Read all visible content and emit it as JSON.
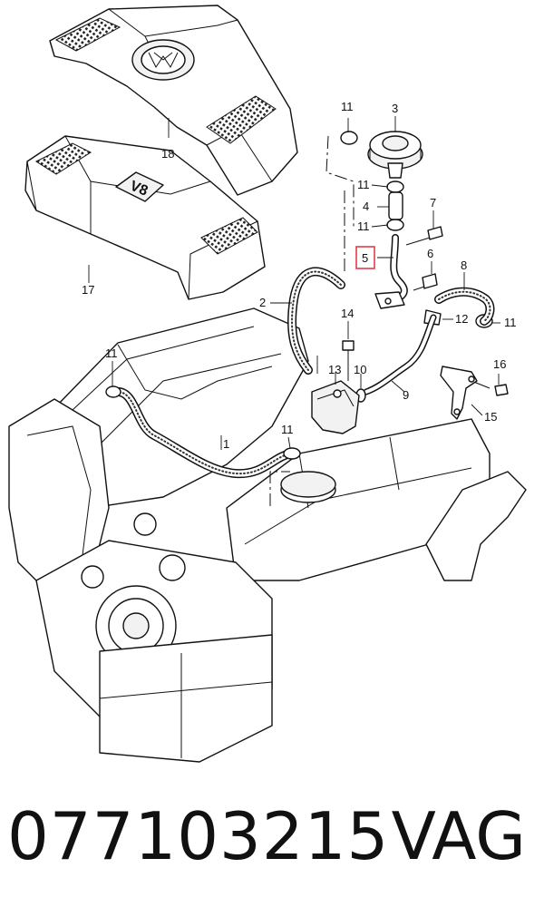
{
  "callouts": {
    "c1": "1",
    "c2": "2",
    "c3": "3",
    "c4": "4",
    "c5": "5",
    "c6": "6",
    "c7": "7",
    "c8": "8",
    "c9": "9",
    "c10": "10",
    "c11a": "11",
    "c11b": "11",
    "c11c": "11",
    "c11d": "11",
    "c11e": "11",
    "c11f": "11",
    "c12": "12",
    "c13": "13",
    "c14": "14",
    "c15": "15",
    "c16": "16",
    "c17": "17",
    "c18": "18"
  },
  "cover_badge": "V8",
  "highlight_color": "#e0303a",
  "footer": {
    "part_number": "077103215",
    "brand": "VAG"
  }
}
